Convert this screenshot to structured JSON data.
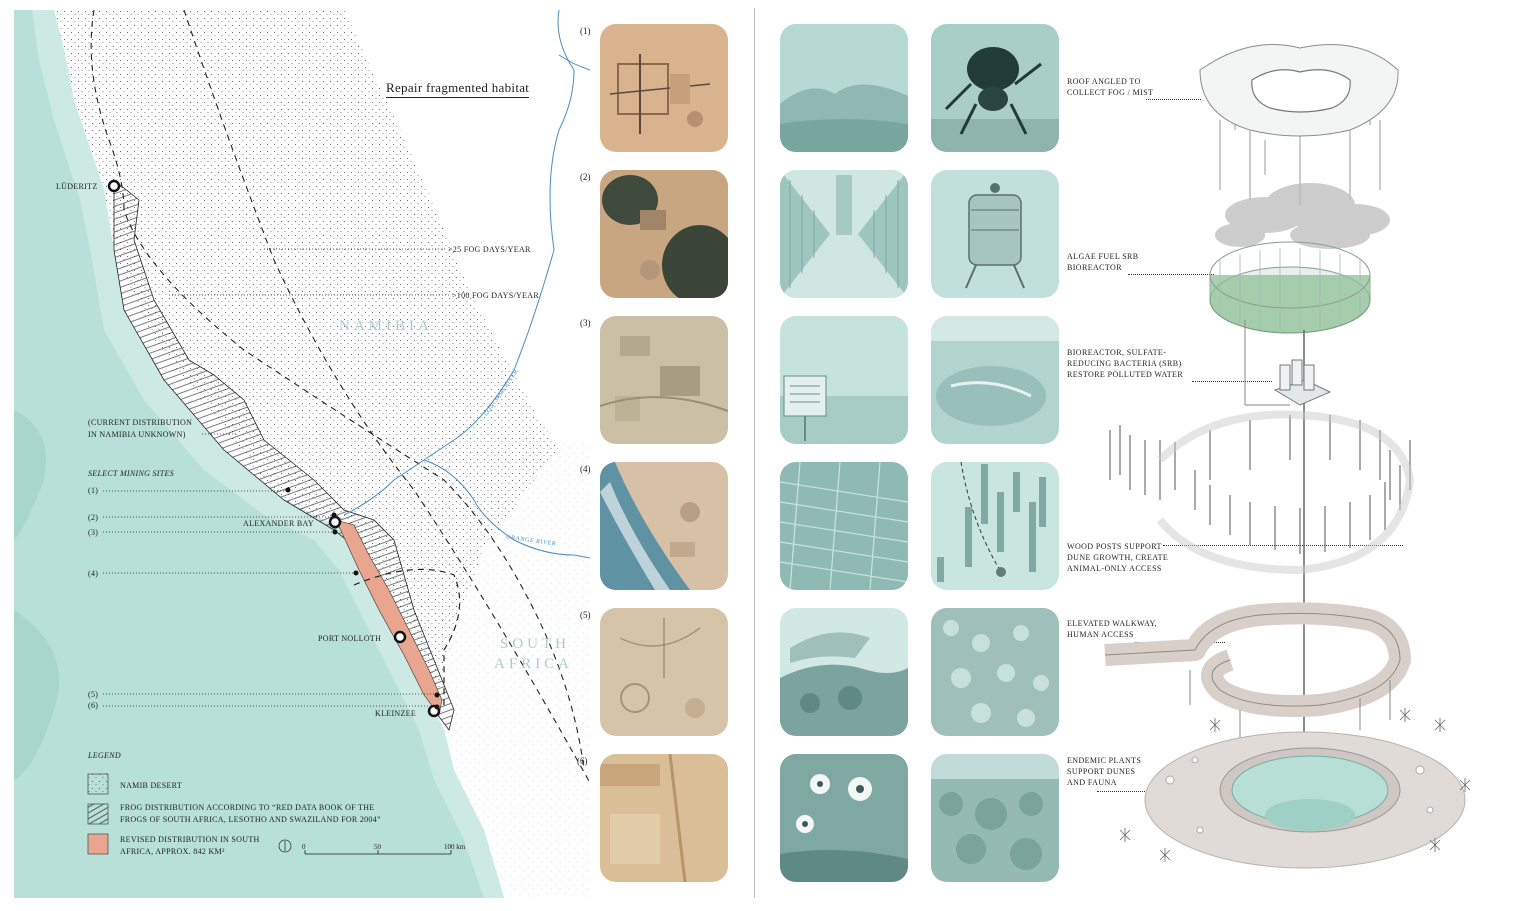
{
  "title": "Repair fragmented habitat",
  "map": {
    "countries": [
      "NAMIBIA",
      "SOUTH",
      "AFRICA"
    ],
    "rivers": [
      "CONCHAB RIVER",
      "ORANGE RIVER"
    ],
    "places": [
      "LÜDERITZ",
      "ALEXANDER BAY",
      "PORT NOLLOTH",
      "KLEINZEE"
    ],
    "fog": [
      ">25 FOG DAYS/YEAR",
      ">100 FOG DAYS/YEAR"
    ],
    "current_distribution": [
      "(CURRENT DISTRIBUTION",
      "IN NAMIBIA UNKNOWN)"
    ],
    "mining_heading": "SELECT MINING SITES",
    "mining_sites": [
      "(1)",
      "(2)",
      "(3)",
      "(4)",
      "(5)",
      "(6)"
    ],
    "legend_heading": "LEGEND",
    "legend": [
      {
        "line1": "NAMIB DESERT",
        "line2": ""
      },
      {
        "line1": "FROG DISTRIBUTION ACCORDING TO “RED DATA BOOK OF THE",
        "line2": "FROGS OF SOUTH AFRICA, LESOTHO AND SWAZILAND FOR 2004”"
      },
      {
        "line1": "REVISED DISTRIBUTION IN SOUTH",
        "line2": "AFRICA, APPROX. 842 KM²"
      }
    ],
    "scale": [
      "0",
      "50",
      "100 km"
    ],
    "colors": {
      "sea": "#b7e0d8",
      "coast": "#cde9e3",
      "revised": "#e8a590",
      "river": "#4a8cc2"
    }
  },
  "satellite_labels": [
    "(1)",
    "(2)",
    "(3)",
    "(4)",
    "(5)",
    "(6)"
  ],
  "annotations": [
    {
      "lines": [
        "ROOF ANGLED TO",
        "COLLECT FOG / MIST"
      ]
    },
    {
      "lines": [
        "ALGAE FUEL SRB",
        "BIOREACTOR"
      ]
    },
    {
      "lines": [
        "BIOREACTOR, SULFATE-",
        "REDUCING BACTERIA (SRB)",
        "RESTORE POLLUTED WATER"
      ]
    },
    {
      "lines": [
        "WOOD POSTS SUPPORT",
        "DUNE GROWTH, CREATE",
        "ANIMAL-ONLY ACCESS"
      ]
    },
    {
      "lines": [
        "ELEVATED WALKWAY,",
        "HUMAN ACCESS"
      ]
    },
    {
      "lines": [
        "ENDEMIC PLANTS",
        "SUPPORT DUNES",
        "AND FAUNA"
      ]
    }
  ],
  "photo_icons": [
    "misty-mountains-icon",
    "fog-beetle-icon",
    "greenhouse-corridor-icon",
    "bioreactor-tank-icon",
    "warning-sign-icon",
    "polluted-pond-icon",
    "dune-fence-icon",
    "wood-posts-icon",
    "succulent-rock-icon",
    "succulent-closeup-icon",
    "daisy-flowers-icon",
    "shrubland-icon"
  ]
}
